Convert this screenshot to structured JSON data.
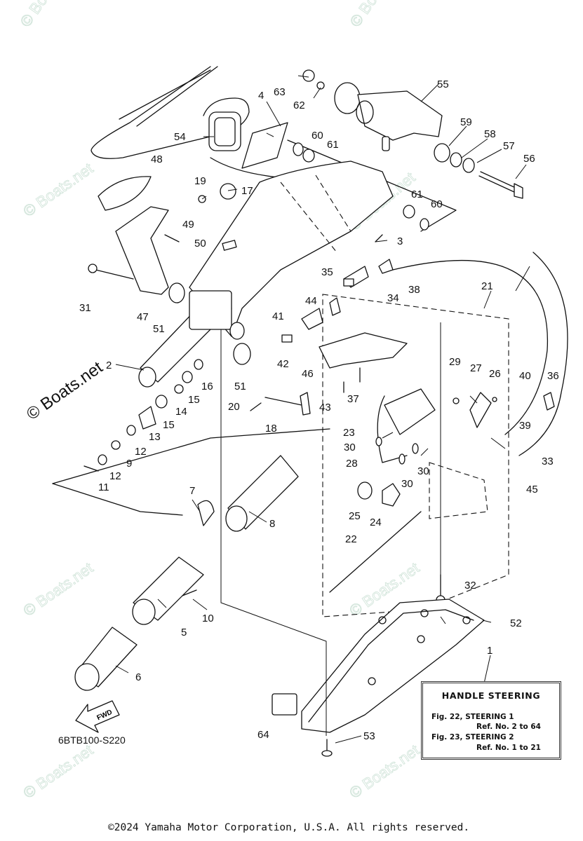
{
  "diagram": {
    "title": "HANDLE STEERING",
    "figure_code": "6BTB100-S220",
    "direction_arrow": "FWD",
    "legend": {
      "title": "HANDLE STEERING",
      "lines": [
        "Fig. 22, STEERING 1",
        "Ref. No. 2 to 64",
        "Fig. 23, STEERING 2",
        "Ref. No. 1 to 21"
      ]
    },
    "copyright": "©2024 Yamaha Motor Corporation, U.S.A. All rights reserved.",
    "watermark": "© Boats.net",
    "watermark_color": "#cfe3d8",
    "part_labels": [
      {
        "id": "1",
        "text": "1"
      },
      {
        "id": "2",
        "text": "2"
      },
      {
        "id": "3",
        "text": "3"
      },
      {
        "id": "4",
        "text": "4"
      },
      {
        "id": "5",
        "text": "5"
      },
      {
        "id": "6",
        "text": "6"
      },
      {
        "id": "7",
        "text": "7"
      },
      {
        "id": "8",
        "text": "8"
      },
      {
        "id": "9",
        "text": "9"
      },
      {
        "id": "10",
        "text": "10"
      },
      {
        "id": "11",
        "text": "11"
      },
      {
        "id": "12a",
        "text": "12"
      },
      {
        "id": "12b",
        "text": "12"
      },
      {
        "id": "13",
        "text": "13"
      },
      {
        "id": "14",
        "text": "14"
      },
      {
        "id": "15a",
        "text": "15"
      },
      {
        "id": "15b",
        "text": "15"
      },
      {
        "id": "16",
        "text": "16"
      },
      {
        "id": "17",
        "text": "17"
      },
      {
        "id": "18",
        "text": "18"
      },
      {
        "id": "19",
        "text": "19"
      },
      {
        "id": "20",
        "text": "20"
      },
      {
        "id": "21",
        "text": "21"
      },
      {
        "id": "22",
        "text": "22"
      },
      {
        "id": "23",
        "text": "23"
      },
      {
        "id": "24",
        "text": "24"
      },
      {
        "id": "25",
        "text": "25"
      },
      {
        "id": "26",
        "text": "26"
      },
      {
        "id": "27",
        "text": "27"
      },
      {
        "id": "28",
        "text": "28"
      },
      {
        "id": "29",
        "text": "29"
      },
      {
        "id": "30a",
        "text": "30"
      },
      {
        "id": "30b",
        "text": "30"
      },
      {
        "id": "30c",
        "text": "30"
      },
      {
        "id": "31",
        "text": "31"
      },
      {
        "id": "32",
        "text": "32"
      },
      {
        "id": "33",
        "text": "33"
      },
      {
        "id": "34",
        "text": "34"
      },
      {
        "id": "35",
        "text": "35"
      },
      {
        "id": "36",
        "text": "36"
      },
      {
        "id": "37",
        "text": "37"
      },
      {
        "id": "38",
        "text": "38"
      },
      {
        "id": "39",
        "text": "39"
      },
      {
        "id": "40",
        "text": "40"
      },
      {
        "id": "41",
        "text": "41"
      },
      {
        "id": "42",
        "text": "42"
      },
      {
        "id": "43",
        "text": "43"
      },
      {
        "id": "44",
        "text": "44"
      },
      {
        "id": "45",
        "text": "45"
      },
      {
        "id": "46",
        "text": "46"
      },
      {
        "id": "47",
        "text": "47"
      },
      {
        "id": "48",
        "text": "48"
      },
      {
        "id": "49",
        "text": "49"
      },
      {
        "id": "50",
        "text": "50"
      },
      {
        "id": "51a",
        "text": "51"
      },
      {
        "id": "51b",
        "text": "51"
      },
      {
        "id": "52",
        "text": "52"
      },
      {
        "id": "53",
        "text": "53"
      },
      {
        "id": "54",
        "text": "54"
      },
      {
        "id": "55",
        "text": "55"
      },
      {
        "id": "56",
        "text": "56"
      },
      {
        "id": "57",
        "text": "57"
      },
      {
        "id": "58",
        "text": "58"
      },
      {
        "id": "59",
        "text": "59"
      },
      {
        "id": "60a",
        "text": "60"
      },
      {
        "id": "60b",
        "text": "60"
      },
      {
        "id": "61a",
        "text": "61"
      },
      {
        "id": "61b",
        "text": "61"
      },
      {
        "id": "62",
        "text": "62"
      },
      {
        "id": "63",
        "text": "63"
      },
      {
        "id": "64",
        "text": "64"
      }
    ]
  }
}
